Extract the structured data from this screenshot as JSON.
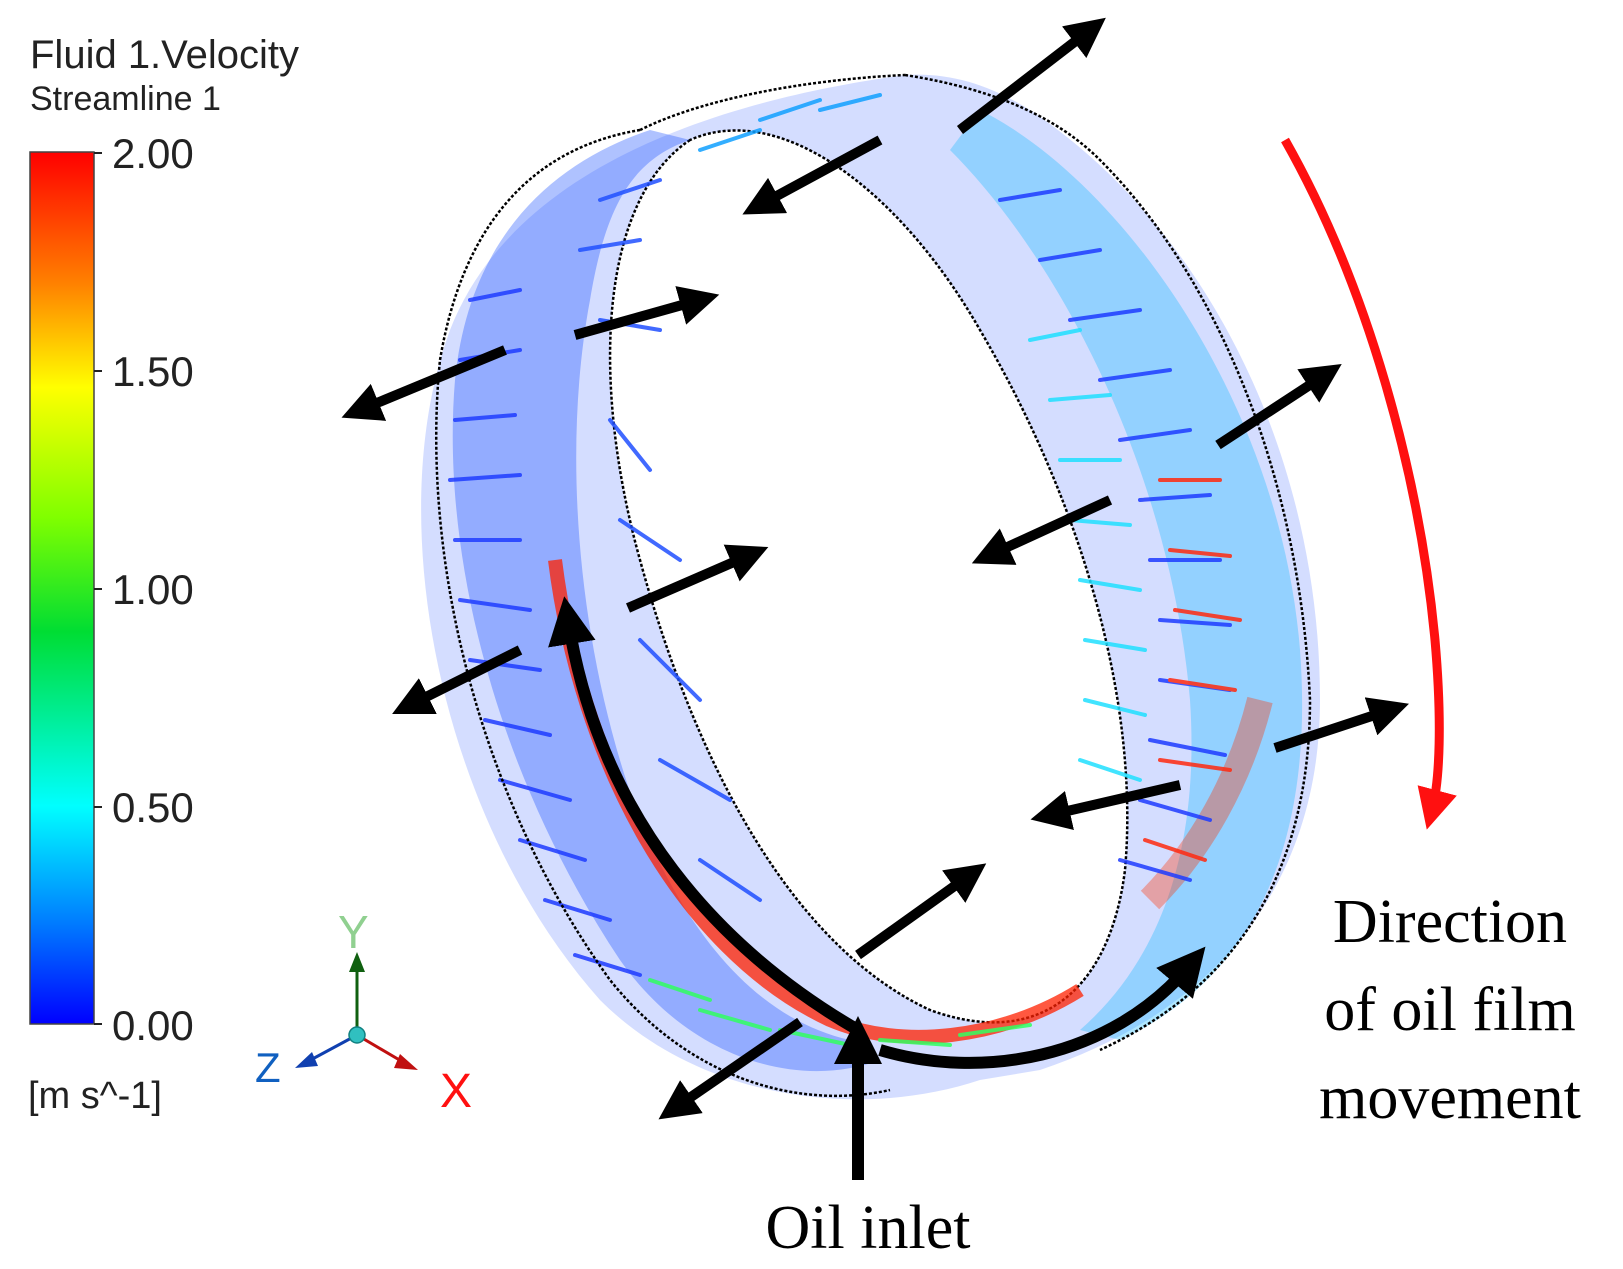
{
  "legend": {
    "title": "Fluid 1.Velocity",
    "subtitle": "Streamline 1",
    "ticks": [
      "2.00",
      "1.50",
      "1.00",
      "0.50",
      "0.00"
    ],
    "unit": "[m s^-1]",
    "colors": [
      "#ff0000",
      "#ffa500",
      "#ffff00",
      "#7fff00",
      "#00ff00",
      "#00ffff",
      "#0080ff",
      "#0000ff"
    ]
  },
  "axes": {
    "y": "Y",
    "x": "X",
    "z": "Z",
    "y_color": "#90d090",
    "x_color": "#ff1010",
    "z_color": "#1060c0"
  },
  "annotations": {
    "direction_line1": "Direction",
    "direction_line2": "of oil film",
    "direction_line3": "movement",
    "oil_inlet": "Oil inlet"
  },
  "colors": {
    "arrow": "#000000",
    "direction_arrow": "#ff1010"
  }
}
